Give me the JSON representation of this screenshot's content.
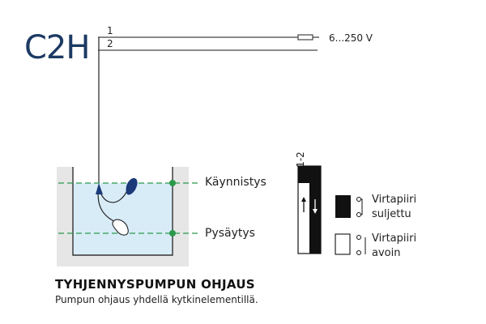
{
  "diagram": {
    "model_label": "C2H",
    "wires": [
      {
        "number": "1"
      },
      {
        "number": "2"
      }
    ],
    "voltage_label": "6...250 V",
    "levels": {
      "start": "Käynnistys",
      "stop": "Pysäytys"
    },
    "switch_state_header": "1-2",
    "legend": [
      {
        "state": "closed",
        "line1": "Virtapiiri",
        "line2": "suljettu"
      },
      {
        "state": "open",
        "line1": "Virtapiiri",
        "line2": "avoin"
      }
    ],
    "title": "TYHJENNYSPUMPUN OHJAUS",
    "subtitle": "Pumpun ohjaus yhdellä kytkinelementillä.",
    "colors": {
      "brand_blue": "#1c3a63",
      "water": "#d8ecf8",
      "level_line": "#2a9a4a",
      "float": "#1c3a7a",
      "wall": "#e6e6e6"
    }
  }
}
